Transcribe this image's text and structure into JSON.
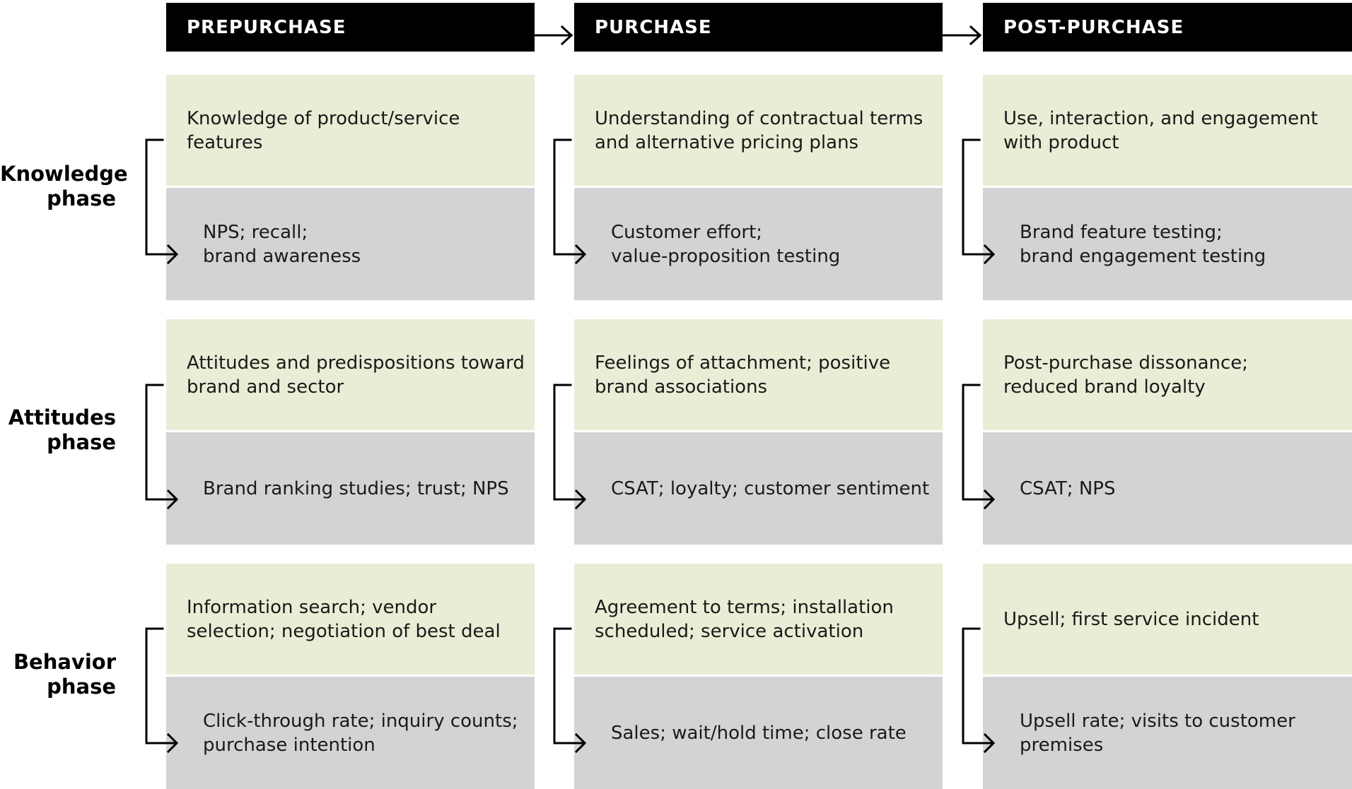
{
  "columns": [
    {
      "header": "PREPURCHASE"
    },
    {
      "header": "PURCHASE"
    },
    {
      "header": "POST-PURCHASE"
    }
  ],
  "rows": [
    {
      "label": "Knowledge\nphase",
      "cells": [
        {
          "top": "Knowledge of product/service\nfeatures",
          "bottom": "NPS; recall;\nbrand awareness"
        },
        {
          "top": "Understanding of contractual terms\nand alternative pricing plans",
          "bottom": "Customer effort;\nvalue-proposition testing"
        },
        {
          "top": "Use, interaction, and engagement\nwith product",
          "bottom": "Brand feature testing;\nbrand engagement testing"
        }
      ]
    },
    {
      "label": "Attitudes\nphase",
      "cells": [
        {
          "top": "Attitudes and predispositions toward\nbrand and sector",
          "bottom": "Brand ranking studies; trust; NPS"
        },
        {
          "top": "Feelings of attachment; positive\nbrand associations",
          "bottom": "CSAT; loyalty; customer sentiment"
        },
        {
          "top": "Post-purchase dissonance;\nreduced brand loyalty",
          "bottom": "CSAT; NPS"
        }
      ]
    },
    {
      "label": "Behavior\nphase",
      "cells": [
        {
          "top": "Information search; vendor\nselection; negotiation of best deal",
          "bottom": "Click-through rate; inquiry counts;\npurchase intention"
        },
        {
          "top": "Agreement to terms; installation\nscheduled; service activation",
          "bottom": "Sales; wait/hold time; close rate"
        },
        {
          "top": "Upsell; first service incident",
          "bottom": "Upsell rate; visits to customer\npremises"
        }
      ]
    }
  ]
}
